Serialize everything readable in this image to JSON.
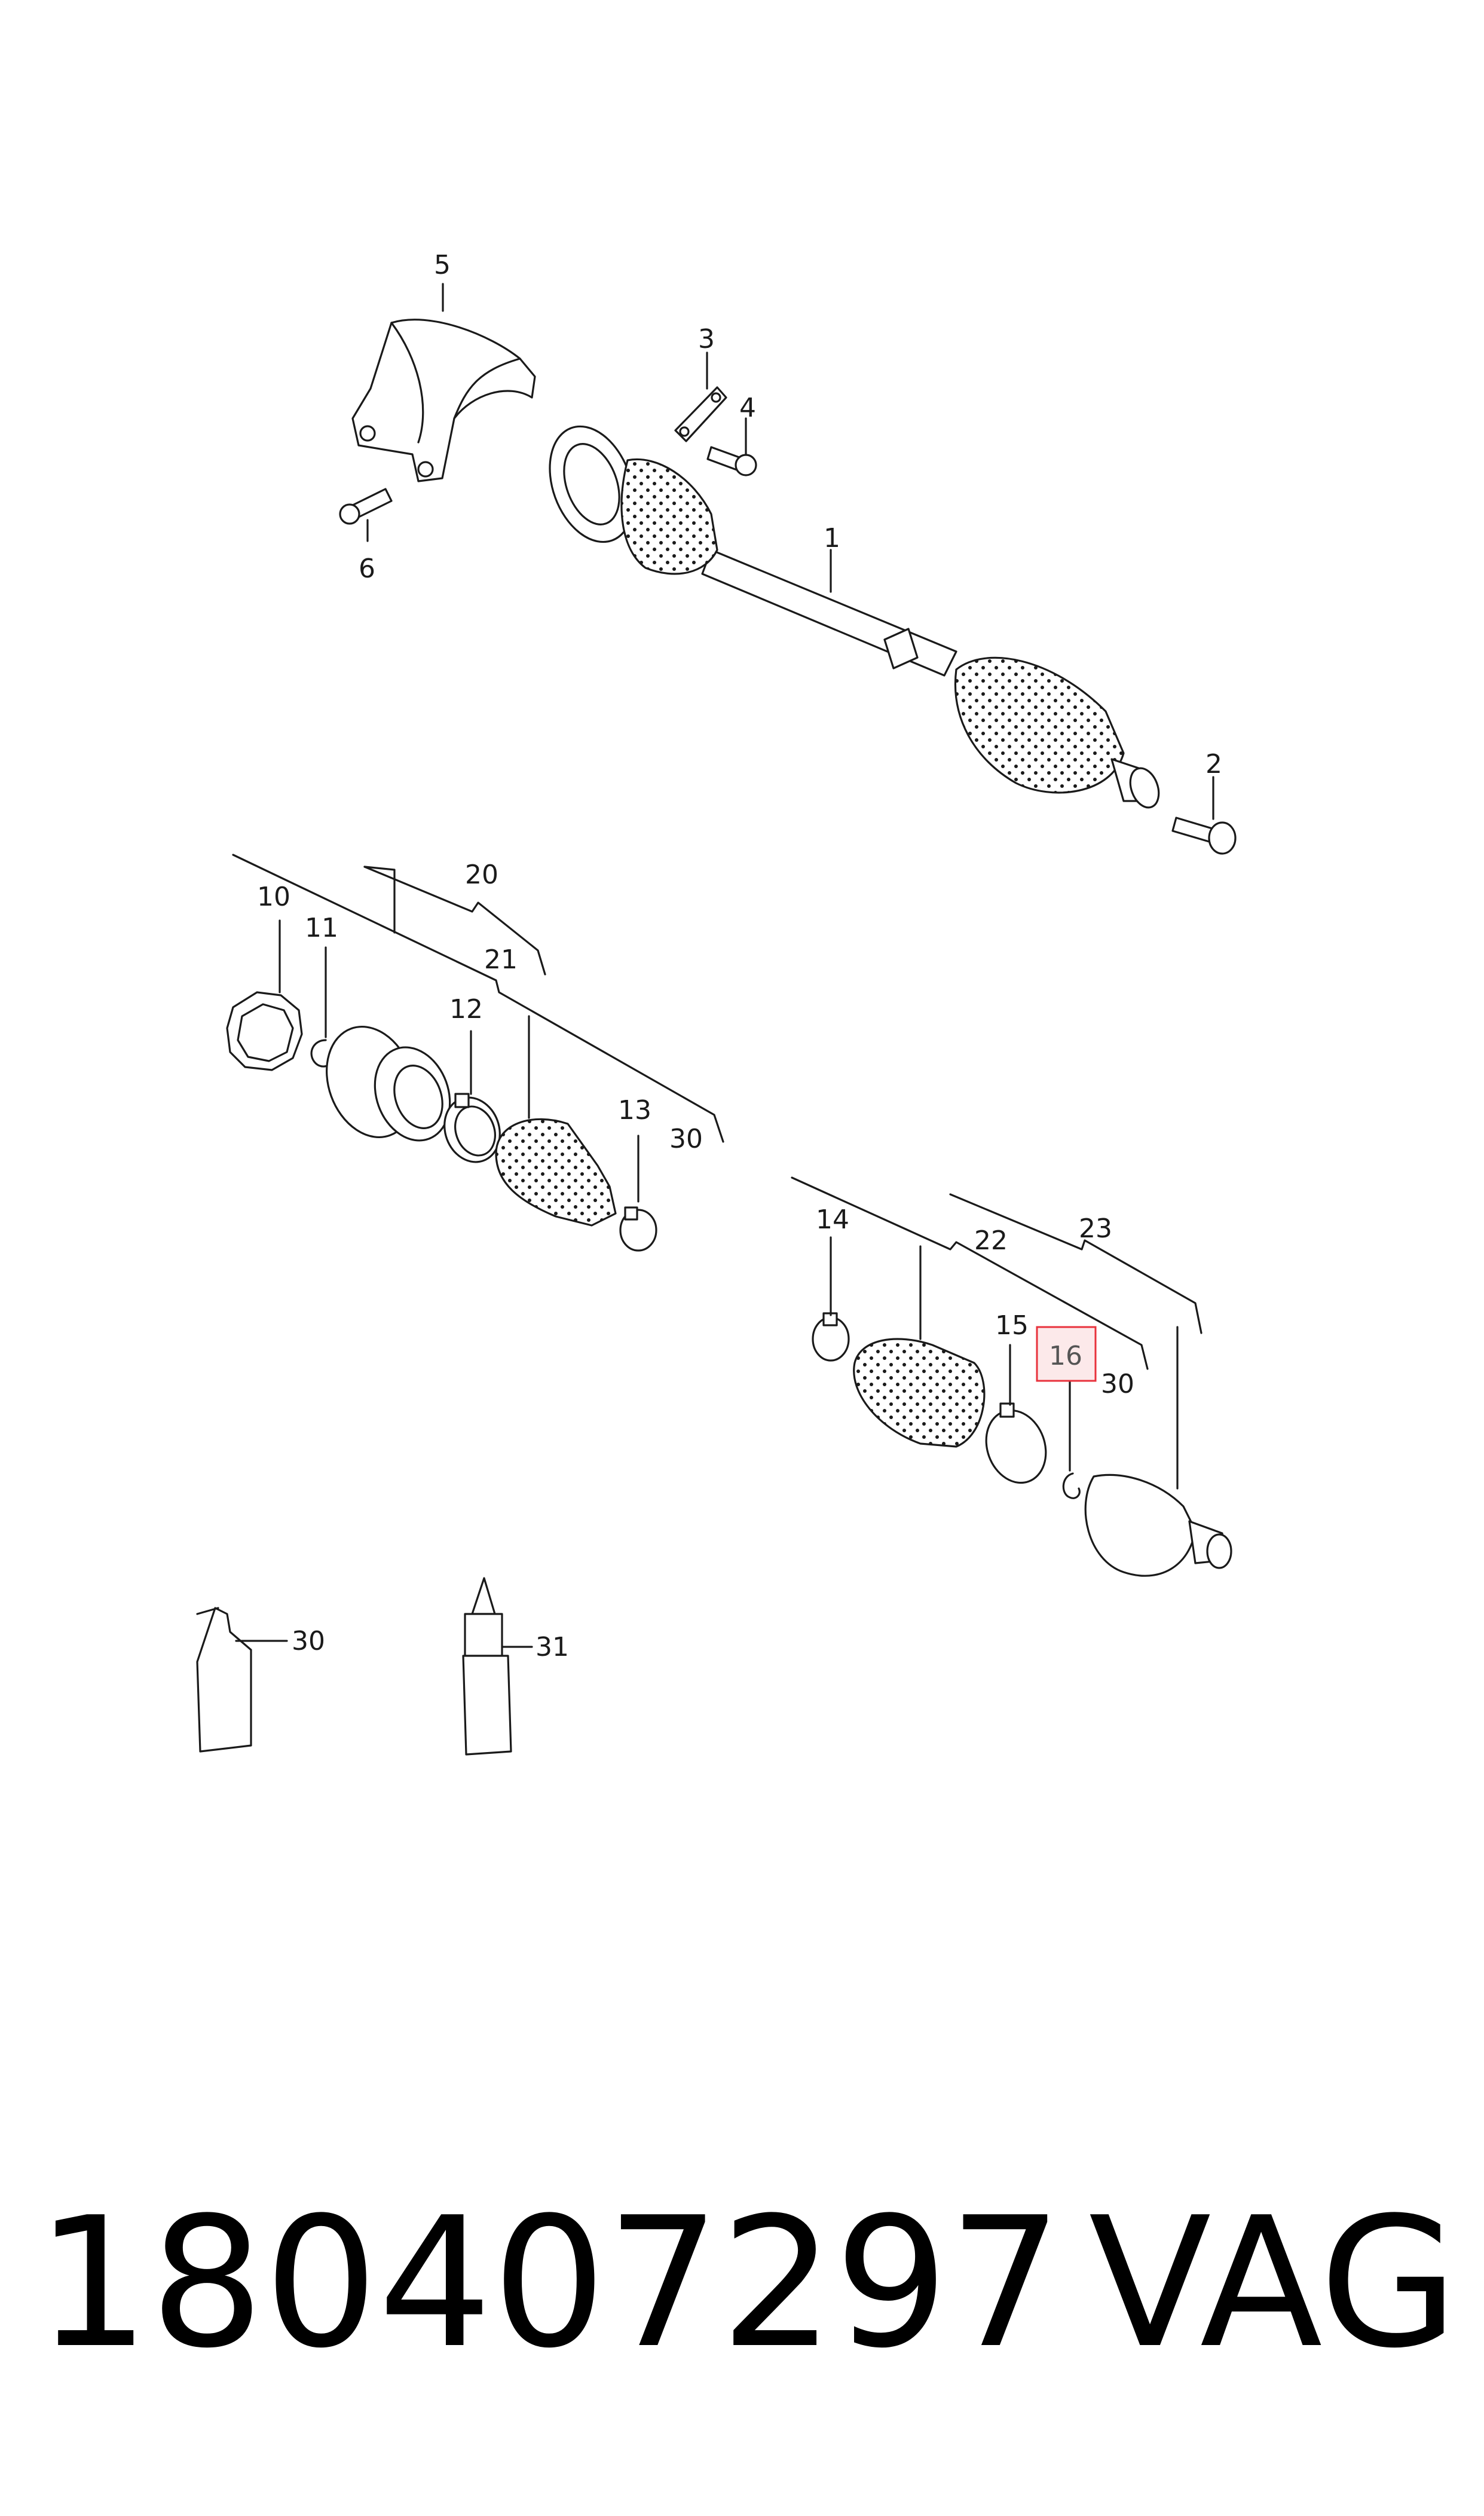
{
  "diagram": {
    "callouts": {
      "c1": "1",
      "c2": "2",
      "c3": "3",
      "c4": "4",
      "c5": "5",
      "c6": "6",
      "c10": "10",
      "c11": "11",
      "c12": "12",
      "c13": "13",
      "c14": "14",
      "c15": "15",
      "c16": "16",
      "c20": "20",
      "c21": "21",
      "c22": "22",
      "c23": "23",
      "c30a": "30",
      "c30b": "30",
      "c30c": "30",
      "c31": "31"
    },
    "highlighted_callout": "16",
    "highlight_color": "#e8323c"
  },
  "footer": {
    "part_number": "180407297",
    "brand": "VAG"
  }
}
